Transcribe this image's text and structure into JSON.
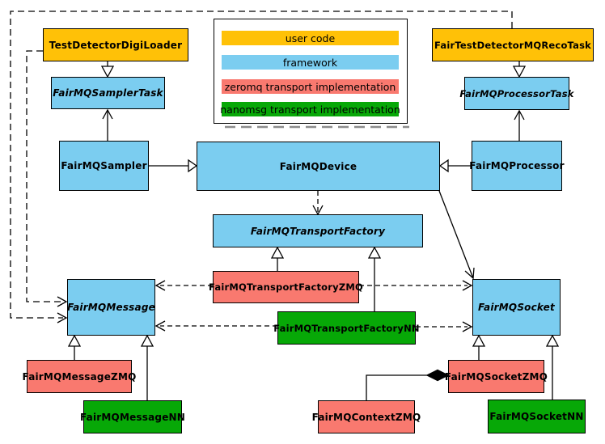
{
  "diagram": {
    "kind": "uml-class-diagram",
    "subject": "FairMQ framework class relationships",
    "background": "#ffffff",
    "border_color": "#000000"
  },
  "legend": {
    "items": [
      {
        "id": "user-code",
        "label": "user code",
        "color": "#FFC107"
      },
      {
        "id": "framework",
        "label": "framework",
        "color": "#7BCDF0"
      },
      {
        "id": "zeromq",
        "label": "zeromq transport implementation",
        "color": "#F9796F"
      },
      {
        "id": "nanomsg",
        "label": "nanomsg transport implementation",
        "color": "#07A807"
      }
    ]
  },
  "nodes": {
    "testDetectorDigiLoader": {
      "label": "TestDetectorDigiLoader",
      "category": "user-code",
      "abstract": false
    },
    "fairTestDetectorMQRecoTask": {
      "label": "FairTestDetectorMQRecoTask",
      "category": "user-code",
      "abstract": false
    },
    "fairMQSamplerTask": {
      "label": "FairMQSamplerTask",
      "category": "framework",
      "abstract": true
    },
    "fairMQProcessorTask": {
      "label": "FairMQProcessorTask",
      "category": "framework",
      "abstract": true
    },
    "fairMQSampler": {
      "label": "FairMQSampler",
      "category": "framework",
      "abstract": false
    },
    "fairMQProcessor": {
      "label": "FairMQProcessor",
      "category": "framework",
      "abstract": false
    },
    "fairMQDevice": {
      "label": "FairMQDevice",
      "category": "framework",
      "abstract": false
    },
    "fairMQTransportFactory": {
      "label": "FairMQTransportFactory",
      "category": "framework",
      "abstract": true
    },
    "fairMQTransportFactoryZMQ": {
      "label": "FairMQTransportFactoryZMQ",
      "category": "zeromq",
      "abstract": false
    },
    "fairMQTransportFactoryNN": {
      "label": "FairMQTransportFactoryNN",
      "category": "nanomsg",
      "abstract": false
    },
    "fairMQMessage": {
      "label": "FairMQMessage",
      "category": "framework",
      "abstract": true
    },
    "fairMQSocket": {
      "label": "FairMQSocket",
      "category": "framework",
      "abstract": true
    },
    "fairMQMessageZMQ": {
      "label": "FairMQMessageZMQ",
      "category": "zeromq",
      "abstract": false
    },
    "fairMQMessageNN": {
      "label": "FairMQMessageNN",
      "category": "nanomsg",
      "abstract": false
    },
    "fairMQSocketZMQ": {
      "label": "FairMQSocketZMQ",
      "category": "zeromq",
      "abstract": false
    },
    "fairMQSocketNN": {
      "label": "FairMQSocketNN",
      "category": "nanomsg",
      "abstract": false
    },
    "fairMQContextZMQ": {
      "label": "FairMQContextZMQ",
      "category": "zeromq",
      "abstract": false
    }
  },
  "edges": [
    {
      "from": "testDetectorDigiLoader",
      "to": "fairMQSamplerTask",
      "type": "generalization"
    },
    {
      "from": "fairTestDetectorMQRecoTask",
      "to": "fairMQProcessorTask",
      "type": "generalization"
    },
    {
      "from": "fairMQSampler",
      "to": "fairMQSamplerTask",
      "type": "association"
    },
    {
      "from": "fairMQProcessor",
      "to": "fairMQProcessorTask",
      "type": "association"
    },
    {
      "from": "fairMQSampler",
      "to": "fairMQDevice",
      "type": "generalization"
    },
    {
      "from": "fairMQProcessor",
      "to": "fairMQDevice",
      "type": "generalization"
    },
    {
      "from": "fairMQDevice",
      "to": "fairMQTransportFactory",
      "type": "dependency"
    },
    {
      "from": "fairMQDevice",
      "to": "fairMQSocket",
      "type": "association"
    },
    {
      "from": "fairMQTransportFactoryZMQ",
      "to": "fairMQTransportFactory",
      "type": "generalization"
    },
    {
      "from": "fairMQTransportFactoryNN",
      "to": "fairMQTransportFactory",
      "type": "generalization"
    },
    {
      "from": "fairMQTransportFactoryZMQ",
      "to": "fairMQMessage",
      "type": "dependency"
    },
    {
      "from": "fairMQTransportFactoryZMQ",
      "to": "fairMQSocket",
      "type": "dependency"
    },
    {
      "from": "fairMQTransportFactoryNN",
      "to": "fairMQMessage",
      "type": "dependency"
    },
    {
      "from": "fairMQTransportFactoryNN",
      "to": "fairMQSocket",
      "type": "dependency"
    },
    {
      "from": "fairMQMessageZMQ",
      "to": "fairMQMessage",
      "type": "generalization"
    },
    {
      "from": "fairMQMessageNN",
      "to": "fairMQMessage",
      "type": "generalization"
    },
    {
      "from": "fairMQSocketZMQ",
      "to": "fairMQSocket",
      "type": "generalization"
    },
    {
      "from": "fairMQSocketNN",
      "to": "fairMQSocket",
      "type": "generalization"
    },
    {
      "from": "fairMQContextZMQ",
      "to": "fairMQSocketZMQ",
      "type": "composition"
    },
    {
      "from": "testDetectorDigiLoader",
      "to": "fairMQMessage",
      "type": "dependency"
    },
    {
      "from": "fairTestDetectorMQRecoTask",
      "to": "fairMQMessage",
      "type": "dependency"
    }
  ]
}
